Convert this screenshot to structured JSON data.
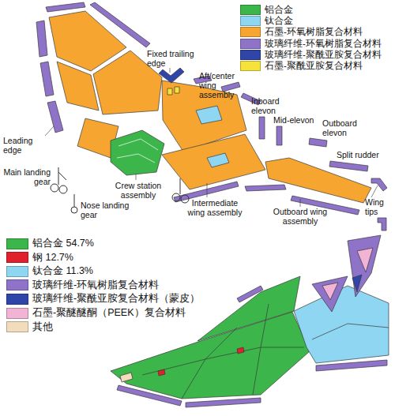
{
  "diagram": {
    "labels": [
      "Fixed trailing edge",
      "Aft/center wing assembly",
      "Leading edge",
      "Main landing gear",
      "Nose landing gear",
      "Crew station assembly",
      "Intermediate wing assembly",
      "Inboard elevon",
      "Mid-elevon",
      "Outboard elevon",
      "Split rudder",
      "Outboard wing assembly",
      "Wing tips"
    ],
    "legend": [
      {
        "text": "铝合金",
        "color": "#3cb54a"
      },
      {
        "text": "钛合金",
        "color": "#8ed6f2"
      },
      {
        "text": "石墨-环氧树脂复合材料",
        "color": "#f7a531"
      },
      {
        "text": "玻璃纤维-环氧树脂复合材料",
        "color": "#8e73c9"
      },
      {
        "text": "玻璃纤维-聚酰亚胺复合材料",
        "color": "#2f45a8"
      },
      {
        "text": "石墨-聚酰亚胺复合材料",
        "color": "#f5e23b"
      },
      {
        "text": "铝合金 54.7%",
        "color": "#3cb54a"
      },
      {
        "text": "钢 12.7%",
        "color": "#e0202a"
      },
      {
        "text": "钛合金 11.3%",
        "color": "#8ed6f2"
      },
      {
        "text": "玻璃纤维-环氧树脂复合材料",
        "color": "#8e73c9"
      },
      {
        "text": "玻璃纤维-聚酰亚胺复合材料（蒙皮）",
        "color": "#2f45a8"
      },
      {
        "text": "石墨-聚醚醚酮（PEEK）复合材料",
        "color": "#f2b4d4"
      },
      {
        "text": "其他",
        "color": "#f2dcbc"
      }
    ]
  }
}
